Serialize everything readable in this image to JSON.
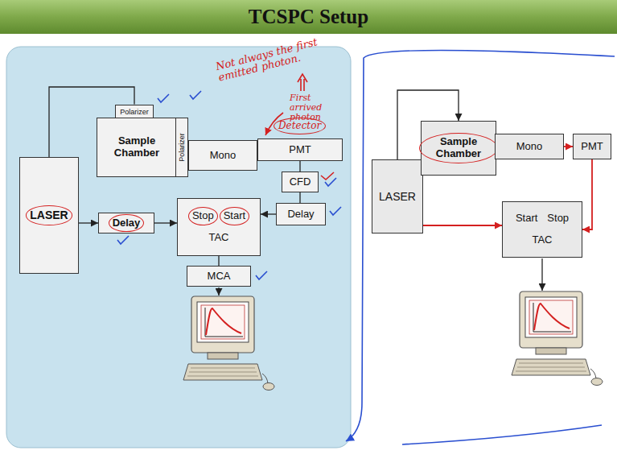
{
  "diagram": {
    "title": "TCSPC Setup",
    "nodes": [
      {
        "text": [
          "Polarizer"
        ]
      },
      {
        "text": [
          "Sample Chamber"
        ]
      },
      {
        "text": [
          "Polarizer"
        ]
      },
      {
        "text": [
          "Mono"
        ]
      },
      {
        "text": [
          "PMT"
        ]
      },
      {
        "text": [
          "CFD"
        ]
      },
      {
        "text": [
          "LASER"
        ]
      },
      {
        "text": [
          "Delay"
        ]
      },
      {
        "text": [
          "Stop",
          "Start",
          "TAC"
        ]
      },
      {
        "text": [
          "Delay"
        ]
      },
      {
        "text": [
          "MCA"
        ]
      },
      {
        "text": [
          "LASER"
        ]
      },
      {
        "text": [
          "Sample Chamber"
        ]
      },
      {
        "text": [
          "Mono"
        ]
      },
      {
        "text": [
          "PMT"
        ]
      },
      {
        "text": [
          "Start",
          "Stop",
          "TAC"
        ]
      }
    ],
    "edges": [
      {
        "from": 6,
        "to": 0,
        "arrow": "none"
      },
      {
        "from": 6,
        "to": 7,
        "arrow": "to"
      },
      {
        "from": 7,
        "to": 8,
        "arrow": "to"
      },
      {
        "from": 4,
        "to": 5,
        "arrow": "none"
      },
      {
        "from": 5,
        "to": 9,
        "arrow": "none"
      },
      {
        "from": 9,
        "to": 8,
        "arrow": "to"
      },
      {
        "from": 8,
        "to": 10,
        "arrow": "none"
      },
      {
        "from": 11,
        "to": 12,
        "arrow": "to"
      },
      {
        "from": 11,
        "to": 15,
        "arrow": "to"
      },
      {
        "from": 13,
        "to": 14,
        "arrow": "to"
      },
      {
        "from": 14,
        "to": 15,
        "arrow": "to"
      }
    ],
    "labels": [
      "Not always the first emitted photon.",
      "First arrived photon",
      "Detector"
    ]
  }
}
